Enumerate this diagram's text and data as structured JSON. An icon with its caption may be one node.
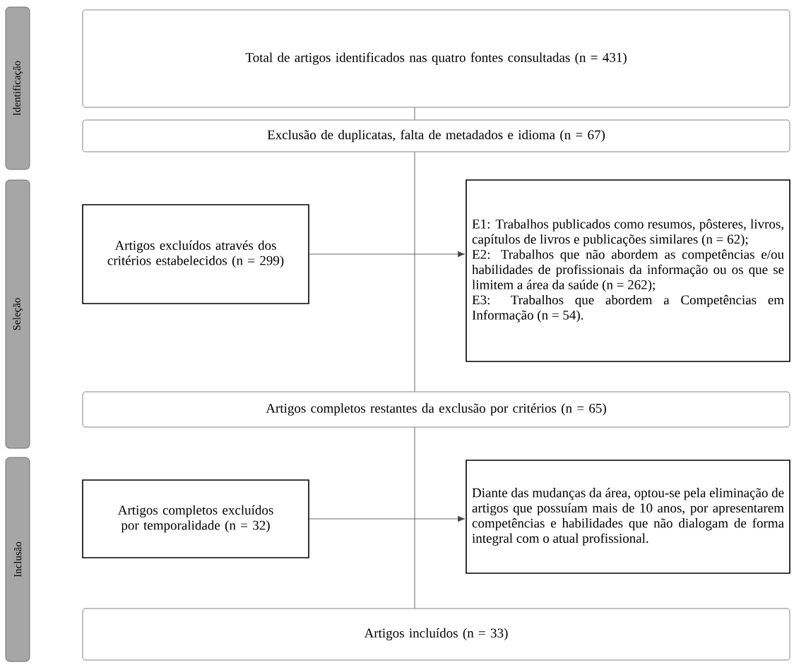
{
  "diagram": {
    "nodes": [
      {
        "text": [
          "Identificação"
        ]
      },
      {
        "text": [
          "Total de artigos identificados nas quatro fontes consultadas (n = 431)"
        ]
      },
      {
        "text": [
          "Exclusão de duplicatas, falta de metadados e idioma (n = 67)"
        ]
      },
      {
        "text": [
          "Seleção"
        ]
      },
      {
        "text": [
          "Artigos excluídos através dos critérios estabelecidos (n = 299)"
        ]
      },
      {
        "text": [
          "E1: Trabalhos publicados como resumos, pôsteres, livros, capítulos de livros e publicações similares (n = 62);",
          "E2: Trabalhos que não abordem as competências e/ou habilidades de profissionais da informação ou os que se limitem a área da saúde (n = 262);",
          "E3: Trabalhos que abordem a Competências em Informação (n = 54)."
        ]
      },
      {
        "text": [
          "Artigos completos restantes da exclusão por critérios (n = 65)"
        ]
      },
      {
        "text": [
          "Inclusão"
        ]
      },
      {
        "text": [
          "Artigos completos excluídos por temporalidade (n = 32)"
        ]
      },
      {
        "text": [
          "Diante das mudanças da área, optou-se pela eliminação de artigos que possuíam mais de 10 anos, por apresentarem competências e habilidades que não dialogam de forma integral com o atual profissional."
        ]
      },
      {
        "text": [
          "Artigos incluídos (n = 33)"
        ]
      }
    ],
    "edges": [
      {
        "from": 1,
        "to": 2,
        "arrow": "none"
      },
      {
        "from": 2,
        "to": 6,
        "arrow": "none"
      },
      {
        "from": 4,
        "to": 5,
        "arrow": "to"
      },
      {
        "from": 6,
        "to": 10,
        "arrow": "none"
      },
      {
        "from": 8,
        "to": 9,
        "arrow": "to"
      }
    ]
  }
}
